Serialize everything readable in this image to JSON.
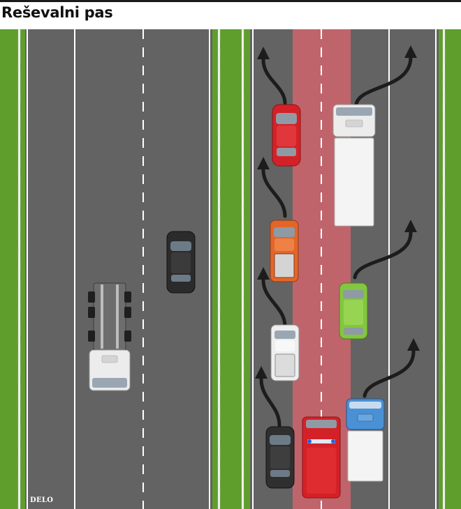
{
  "header": {
    "title": "Reševalni pas"
  },
  "footer": {
    "credit": "DELO"
  },
  "colors": {
    "grass": "#5f9e2c",
    "road": "#636363",
    "emergency_lane": "#c0646c",
    "arrow": "#1c1c1c",
    "lane_marking": "#ffffff"
  },
  "vehicles": [
    {
      "name": "truck-left-road",
      "kind": "truck",
      "color": "#ececec"
    },
    {
      "name": "car-black-left-road",
      "kind": "car",
      "color": "#2b2b2b"
    },
    {
      "name": "car-red",
      "kind": "car",
      "color": "#d42127"
    },
    {
      "name": "truck-white",
      "kind": "truck",
      "color": "#ececec"
    },
    {
      "name": "pickup-orange",
      "kind": "pickup",
      "color": "#e2662a"
    },
    {
      "name": "car-green",
      "kind": "car",
      "color": "#83c63f"
    },
    {
      "name": "pickup-white",
      "kind": "pickup",
      "color": "#eeeeee"
    },
    {
      "name": "car-black",
      "kind": "car",
      "color": "#2f2f2f"
    },
    {
      "name": "ambulance-red",
      "kind": "emergency-vehicle",
      "color": "#d42127"
    },
    {
      "name": "truck-blue",
      "kind": "truck",
      "color": "#4a90d4"
    }
  ]
}
